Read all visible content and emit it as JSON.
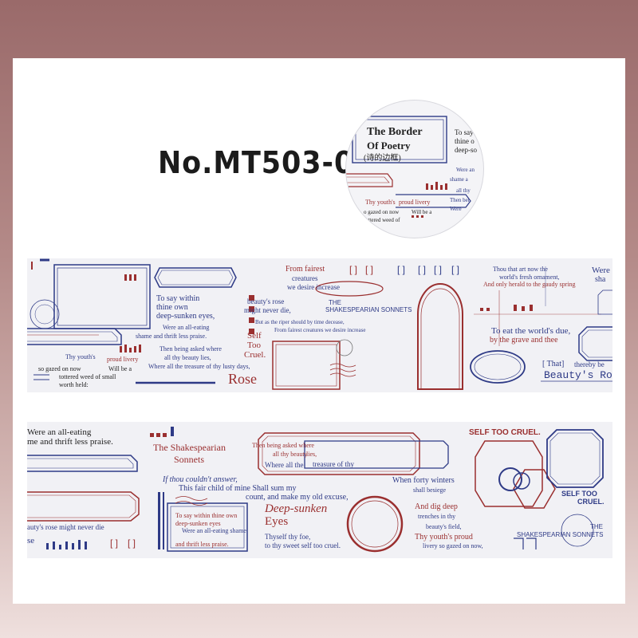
{
  "product_code": "No.MT503-02",
  "colors": {
    "navy": "#2e3a86",
    "red": "#9a2f2f",
    "tape": "#f1f1f5"
  },
  "badge": {
    "title_line1": "The Border",
    "title_line2": "Of Poetry",
    "subtitle": "(诗的边框)",
    "texts": [
      "To say",
      "thine o",
      "deep-so",
      "Were an",
      "shame a",
      "all thy",
      "Then bei",
      "Were",
      "Thy youth's",
      "proud livery",
      "o gazed on now",
      "Will be a",
      "tottered weed of"
    ]
  },
  "strip1": {
    "texts": [
      "To say within",
      "thine own",
      "deep-sunken eyes,",
      "Were an all-eating",
      "shame and thrift less praise.",
      "Then being asked where",
      "all thy beauty lies,",
      "Where all the treasure of thy lusty days,",
      "Thy youth's",
      "proud livery",
      "so gazed on now",
      "Will be a",
      "tottered weed of small",
      "worth held:",
      "beauty's rose",
      "might never die,",
      "But as the riper should by time decease,",
      "From fairest creatures we desire increase",
      "Self",
      "Too",
      "Cruel.",
      "Rose",
      "From fairest",
      "creatures",
      "we desire increase",
      "THE",
      "SHAKESPEARIAN SONNETS",
      "[ ]",
      "[ ]",
      "[ ]",
      "[ ]",
      "[ ]",
      "[ ]",
      "Thou that art now the",
      "world's fresh ornament,",
      "And only herald to the gaudy spring",
      "To  eat the world's due,",
      "by the grave and thee",
      "[ That]",
      "thereby be",
      "Beauty's Ros",
      "Were",
      "sha"
    ]
  },
  "strip2": {
    "texts": [
      "Were an all-eating",
      "me and thrift less praise.",
      "The Shakespearian",
      "Sonnets",
      "Then being asked where",
      "all thy beauty",
      "lies,",
      "Where all the",
      "treasure of thy",
      "If thou couldn't answer,",
      "This fair child of mine Shall sum my",
      "count, and make my old excuse,",
      "To say within thine own",
      "deep-sunken eyes",
      "Were an all-eating shame",
      "and thrift less praise.",
      "Deep-sunken",
      "Eyes",
      "Thyself thy foe,",
      "to thy sweet self too cruel.",
      "When forty winters",
      "shall besiege",
      "And dig deep",
      "trenches in thy",
      "beauty's field,",
      "Thy youth's proud",
      "livery so gazed on now,",
      "SELF TOO CRUEL.",
      "SELF TOO",
      "CRUEL.",
      "THE",
      "SHAKESPEARIAN SONNETS",
      "auty's rose might never die",
      "se",
      "[ ]",
      "[ ]"
    ]
  }
}
